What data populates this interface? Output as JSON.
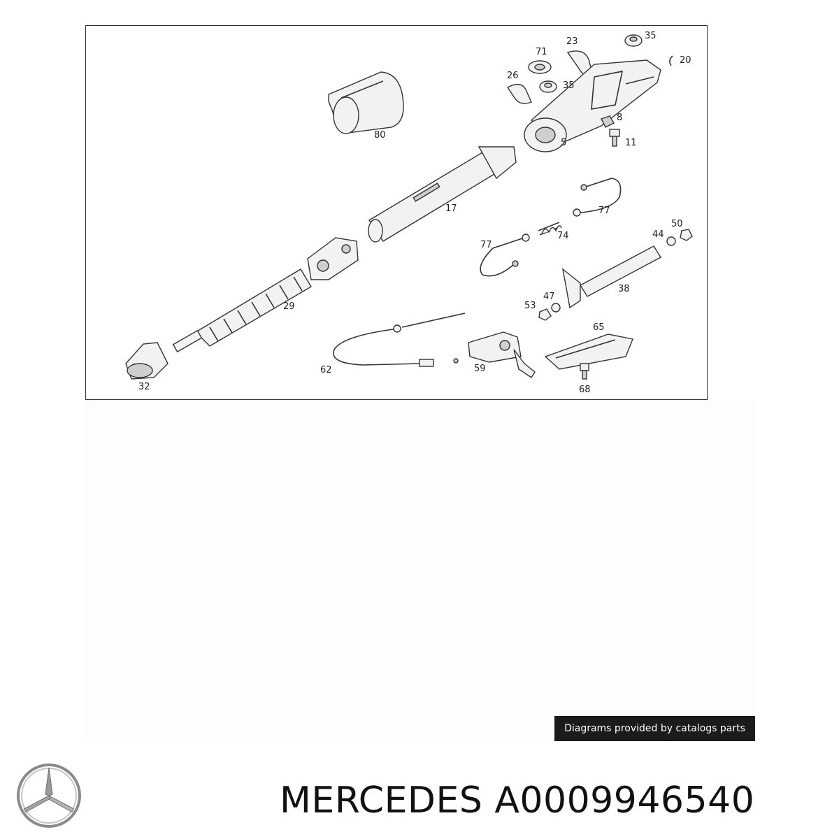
{
  "diagram": {
    "part_labels": [
      "80",
      "71",
      "23",
      "35",
      "20",
      "26",
      "35",
      "8",
      "11",
      "5",
      "17",
      "77",
      "50",
      "44",
      "74",
      "77",
      "29",
      "38",
      "47",
      "53",
      "65",
      "32",
      "62",
      "59",
      "68"
    ]
  },
  "credit": {
    "text": "Diagrams provided by catalogs parts"
  },
  "product": {
    "title": "MERCEDES A0009946540",
    "logo_icon": "mercedes-star-icon"
  },
  "colors": {
    "credit_bg": "#1b1b1b",
    "frame_border": "#333333"
  }
}
